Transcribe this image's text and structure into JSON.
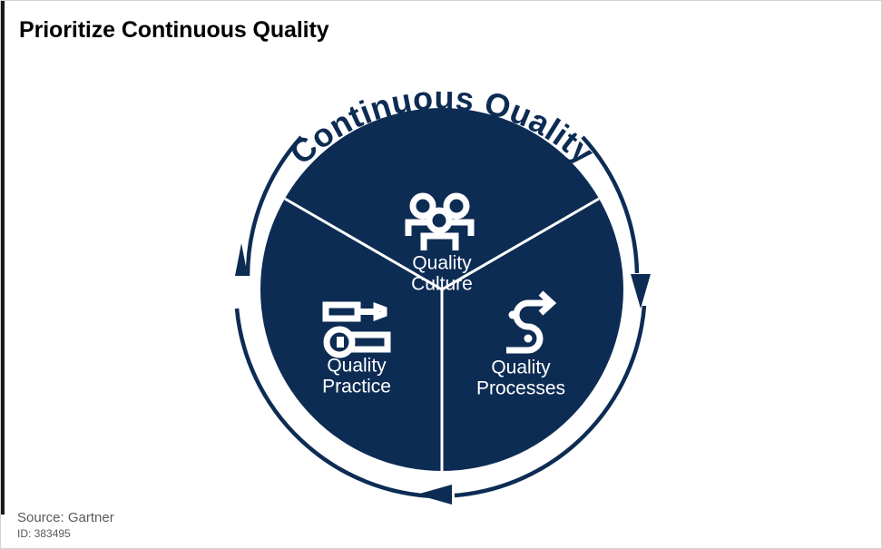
{
  "slide": {
    "title": "Prioritize Continuous Quality",
    "footer_source": "Source: Gartner",
    "footer_id": "ID: 383495",
    "accent_color": "#0d2c54",
    "segment_text_color": "#ffffff",
    "background_color": "#ffffff",
    "footer_text_color": "#5a5a5a"
  },
  "diagram": {
    "type": "cycle",
    "ring_label": "Continuous Quality",
    "direction": "counter-clockwise",
    "segment_count": 3,
    "segments": [
      {
        "id": "quality-culture",
        "label_line1": "Quality",
        "label_line2": "Culture",
        "icon": "three-people-icon",
        "position": "top"
      },
      {
        "id": "quality-processes",
        "label_line1": "Quality",
        "label_line2": "Processes",
        "icon": "process-route-arrow-icon",
        "position": "bottom-right"
      },
      {
        "id": "quality-practice",
        "label_line1": "Quality",
        "label_line2": "Practice",
        "icon": "tools-screwdriver-wrench-icon",
        "position": "bottom-left"
      }
    ],
    "arrows": [
      {
        "id": "arrow-left",
        "points": "up"
      },
      {
        "id": "arrow-right",
        "points": "down"
      },
      {
        "id": "arrow-bottom",
        "points": "left"
      }
    ]
  }
}
